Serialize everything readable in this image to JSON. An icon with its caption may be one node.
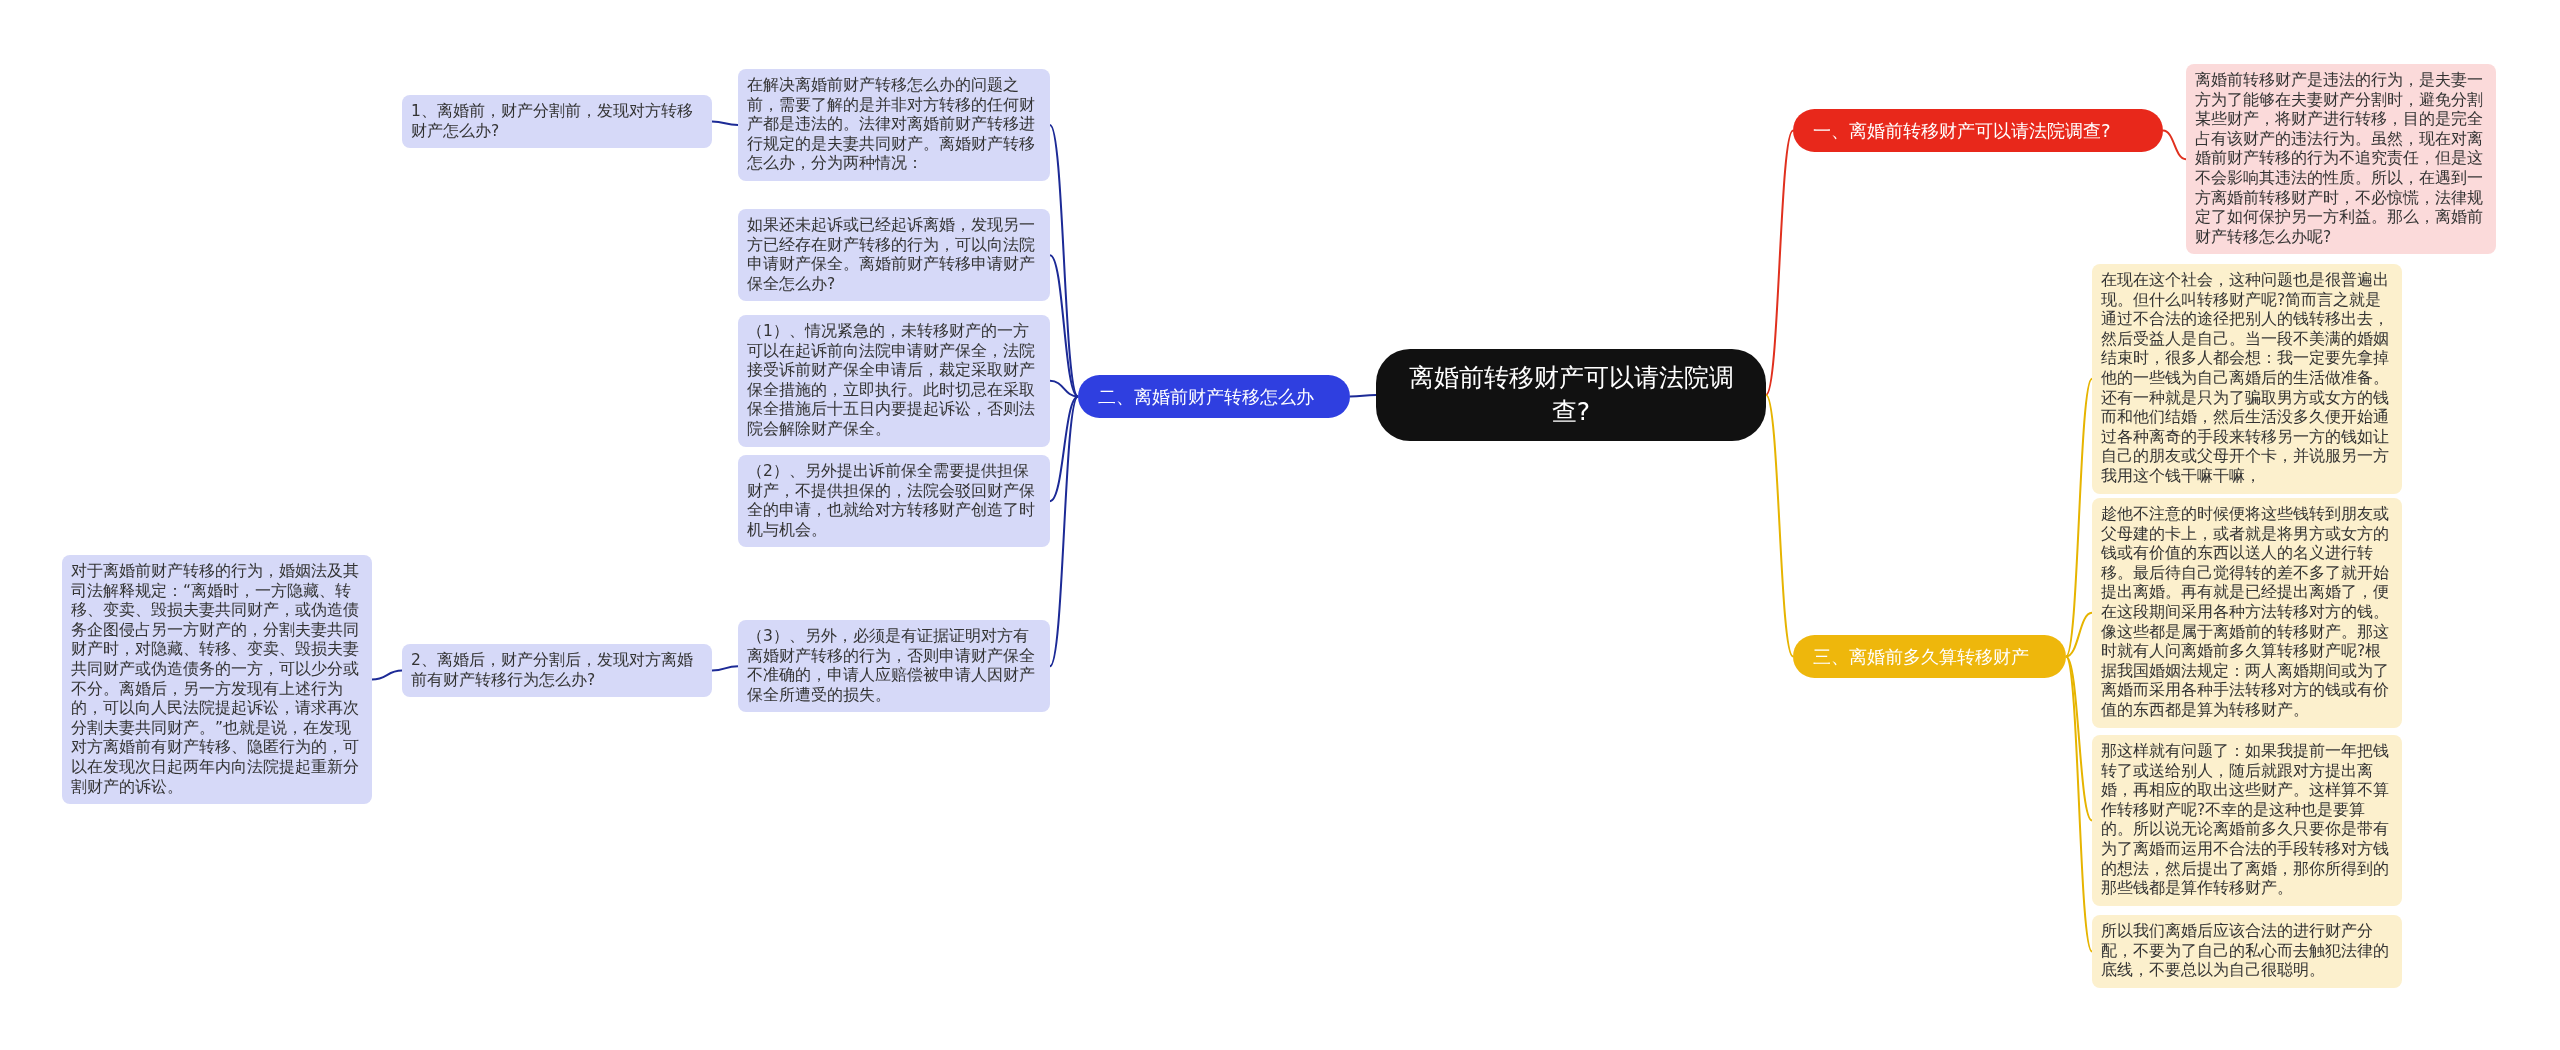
{
  "diagram": {
    "nodes": [
      {
        "text": [
          "离婚前转移财产可以请法院调查?"
        ]
      },
      {
        "text": [
          "一、离婚前转移财产可以请法院调查?"
        ]
      },
      {
        "text": [
          "离婚前转移财产是违法的行为，是夫妻一方为了能够在夫妻财产分割时，避免分割某些财产，将财产进行转移，目的是完全占有该财产的违法行为。虽然，现在对离婚前财产转移的行为不追究责任，但是这不会影响其违法的性质。所以，在遇到一方离婚前转移财产时，不必惊慌，法律规定了如何保护另一方利益。那么，离婚前财产转移怎么办呢?"
        ]
      },
      {
        "text": [
          "二、离婚前财产转移怎么办"
        ]
      },
      {
        "text": [
          "在解决离婚前财产转移怎么办的问题之前，需要了解的是并非对方转移的任何财产都是违法的。法律对离婚前财产转移进行规定的是夫妻共同财产。离婚财产转移怎么办，分为两种情况："
        ]
      },
      {
        "text": [
          "如果还未起诉或已经起诉离婚，发现另一方已经存在财产转移的行为，可以向法院申请财产保全。离婚前财产转移申请财产保全怎么办?"
        ]
      },
      {
        "text": [
          "（1）、情况紧急的，未转移财产的一方可以在起诉前向法院申请财产保全，法院接受诉前财产保全申请后，裁定采取财产保全措施的，立即执行。此时切忌在采取保全措施后十五日内要提起诉讼，否则法院会解除财产保全。"
        ]
      },
      {
        "text": [
          "（2）、另外提出诉前保全需要提供担保财产，不提供担保的，法院会驳回财产保全的申请，也就给对方转移财产创造了时机与机会。"
        ]
      },
      {
        "text": [
          "（3）、另外，必须是有证据证明对方有离婚财产转移的行为，否则申请财产保全不准确的，申请人应赔偿被申请人因财产保全所遭受的损失。"
        ]
      },
      {
        "text": [
          "1、离婚前，财产分割前，发现对方转移财产怎么办?"
        ]
      },
      {
        "text": [
          "2、离婚后，财产分割后，发现对方离婚前有财产转移行为怎么办?"
        ]
      },
      {
        "text": [
          "对于离婚前财产转移的行为，婚姻法及其司法解释规定：“离婚时，一方隐藏、转移、变卖、毁损夫妻共同财产，或伪造债务企图侵占另一方财产的，分割夫妻共同财产时，对隐藏、转移、变卖、毁损夫妻共同财产或伪造债务的一方，可以少分或不分。离婚后，另一方发现有上述行为的，可以向人民法院提起诉讼，请求再次分割夫妻共同财产。”也就是说，在发现对方离婚前有财产转移、隐匿行为的，可以在发现次日起两年内向法院提起重新分割财产的诉讼。"
        ]
      },
      {
        "text": [
          "三、离婚前多久算转移财产"
        ]
      },
      {
        "text": [
          "在现在这个社会，这种问题也是很普遍出现。但什么叫转移财产呢?简而言之就是通过不合法的途径把别人的钱转移出去，然后受益人是自己。当一段不美满的婚姻结束时，很多人都会想：我一定要先拿掉他的一些钱为自己离婚后的生活做准备。还有一种就是只为了骗取男方或女方的钱而和他们结婚，然后生活没多久便开始通过各种离奇的手段来转移另一方的钱如让自己的朋友或父母开个卡，并说服另一方我用这个钱干嘛干嘛，"
        ]
      },
      {
        "text": [
          "趁他不注意的时候便将这些钱转到朋友或父母建的卡上，或者就是将男方或女方的钱或有价值的东西以送人的名义进行转移。最后待自己觉得转的差不多了就开始提出离婚。再有就是已经提出离婚了，便在这段期间采用各种方法转移对方的钱。像这些都是属于离婚前的转移财产。那这时就有人问离婚前多久算转移财产呢?根据我国婚姻法规定：两人离婚期间或为了离婚而采用各种手法转移对方的钱或有价值的东西都是算为转移财产。"
        ]
      },
      {
        "text": [
          "那这样就有问题了：如果我提前一年把钱转了或送给别人，随后就跟对方提出离婚，再相应的取出这些财产。这样算不算作转移财产呢?不幸的是这种也是要算的。所以说无论离婚前多久只要你是带有为了离婚而运用不合法的手段转移对方钱的想法，然后提出了离婚，那你所得到的那些钱都是算作转移财产。"
        ]
      },
      {
        "text": [
          "所以我们离婚后应该合法的进行财产分配，不要为了自己的私心而去触犯法律的底线，不要总以为自己很聪明。"
        ]
      }
    ],
    "edges": [
      {
        "from": 0,
        "to": 1,
        "arrow": "none",
        "color": "#e0301e"
      },
      {
        "from": 1,
        "to": 2,
        "arrow": "none",
        "color": "#e0301e"
      },
      {
        "from": 0,
        "to": 3,
        "arrow": "none"
      },
      {
        "from": 3,
        "to": 4,
        "arrow": "none"
      },
      {
        "from": 3,
        "to": 5,
        "arrow": "none"
      },
      {
        "from": 3,
        "to": 6,
        "arrow": "none"
      },
      {
        "from": 3,
        "to": 7,
        "arrow": "none"
      },
      {
        "from": 3,
        "to": 8,
        "arrow": "none"
      },
      {
        "from": 4,
        "to": 9,
        "arrow": "none"
      },
      {
        "from": 8,
        "to": 10,
        "arrow": "none"
      },
      {
        "from": 10,
        "to": 11,
        "arrow": "none"
      },
      {
        "from": 0,
        "to": 12,
        "arrow": "none",
        "color": "#e6b400"
      },
      {
        "from": 12,
        "to": 13,
        "arrow": "none",
        "color": "#e6b400"
      },
      {
        "from": 12,
        "to": 14,
        "arrow": "none",
        "color": "#e6b400"
      },
      {
        "from": 12,
        "to": 15,
        "arrow": "none",
        "color": "#e6b400"
      },
      {
        "from": 12,
        "to": 16,
        "arrow": "none",
        "color": "#e6b400"
      }
    ]
  }
}
